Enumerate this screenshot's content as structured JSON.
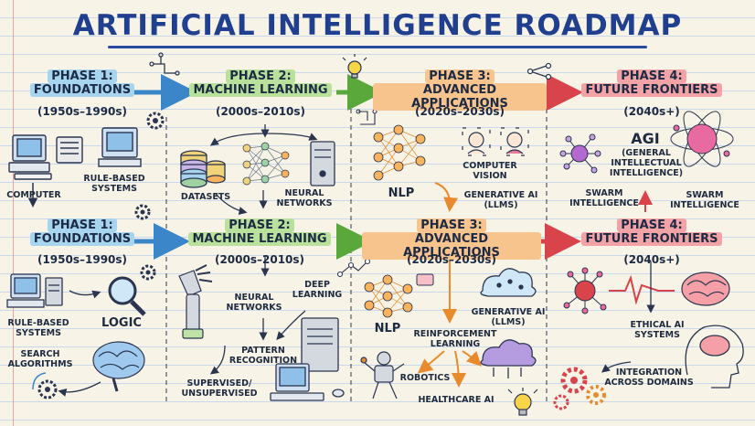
{
  "title": "ARTIFICIAL INTELLIGENCE ROADMAP",
  "row1": {
    "phases": [
      {
        "label_line1": "PHASE 1:",
        "label_line2": "FOUNDATIONS",
        "years": "(1950s–1990s)"
      },
      {
        "label_line1": "PHASE 2:",
        "label_line2": "MACHINE LEARNING",
        "years": "(2000s–2010s)"
      },
      {
        "label_line1": "PHASE 3:",
        "label_line2": "ADVANCED APPLICATIONS",
        "years": "(2020s–2030s)"
      },
      {
        "label_line1": "PHASE 4:",
        "label_line2": "FUTURE FRONTIERS",
        "years": "(2040s+)"
      }
    ],
    "labels": {
      "computer": "COMPUTER",
      "rule_based": "RULE-BASED SYSTEMS",
      "datasets": "DATASETS",
      "neural_networks": "NEURAL NETWORKS",
      "nlp": "NLP",
      "computer_vision": "COMPUTER VISION",
      "generative_ai": "GENERATIVE AI (LLMs)",
      "agi": "AGI",
      "agi_sub": "(GENERAL INTELLECTUAL INTELLIGENCE)",
      "swarm_left": "SWARM INTELLIGENCE",
      "swarm_right": "SWARM INTELLIGENCE"
    }
  },
  "row2": {
    "phases": [
      {
        "label_line1": "PHASE 1:",
        "label_line2": "FOUNDATIONS",
        "years": "(1950s–1990s)"
      },
      {
        "label_line1": "PHASE 2:",
        "label_line2": "MACHINE LEARNING",
        "years": "(2000s–2010s)"
      },
      {
        "label_line1": "PHASE 3:",
        "label_line2": "ADVANCED APPLICATIONS",
        "years": "(2020s–2030s)"
      },
      {
        "label_line1": "PHASE 4:",
        "label_line2": "FUTURE FRONTIERS",
        "years": "(2040s+)"
      }
    ],
    "labels": {
      "rule_based": "RULE-BASED SYSTEMS",
      "logic": "LOGIC",
      "search_algorithms": "SEARCH ALGORITHMS",
      "neural_networks": "NEURAL NETWORKS",
      "deep_learning": "DEEP LEARNING",
      "pattern_recognition": "PATTERN RECOGNITION",
      "supervised": "SUPERVISED/ UNSUPERVISED",
      "nlp": "NLP",
      "reinforcement_learning": "REINFORCEMENT LEARNING",
      "generative_ai": "GENERATIVE AI (LLMs)",
      "robotics": "ROBOTICS",
      "healthcare_ai": "HEALTHCARE AI",
      "ethical_ai": "ETHICAL AI SYSTEMS",
      "integration": "INTEGRATION ACROSS DOMAINS"
    }
  },
  "colors": {
    "blue": "#a7d4ef",
    "green": "#b9e19b",
    "orange": "#f8c48d",
    "red": "#f3a3a6",
    "title": "#213f8f"
  }
}
